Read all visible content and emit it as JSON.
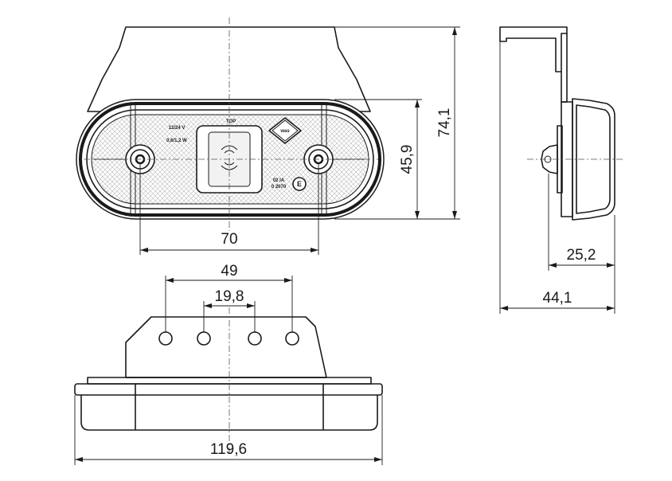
{
  "dimensions": {
    "width_70": "70",
    "height_45_9": "45,9",
    "height_74_1": "74,1",
    "depth_25_2": "25,2",
    "depth_44_1": "44,1",
    "spacing_49": "49",
    "spacing_19_8": "19,8",
    "length_119_6": "119,6"
  },
  "lamp_markings": {
    "top": "TOP",
    "voltage": "12/24 V",
    "power": "0,6/1,2 W",
    "code_line1": "02 IA",
    "code_line2": "0 2070",
    "e_mark": "E",
    "brand": "was"
  },
  "colors": {
    "line": "#1a1a1a",
    "background": "#ffffff"
  }
}
